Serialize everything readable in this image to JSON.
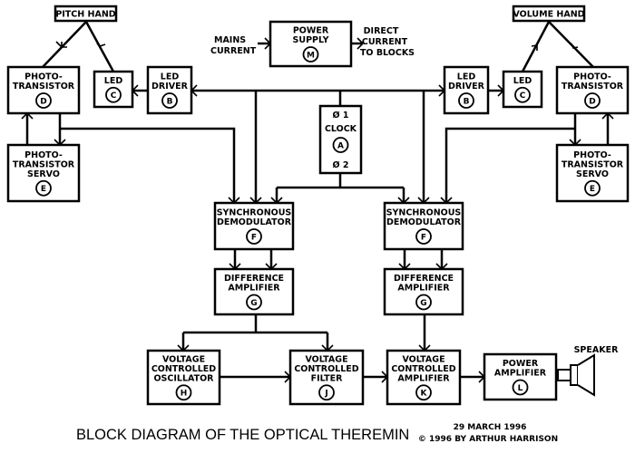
{
  "diagram": {
    "title": "BLOCK DIAGRAM OF THE OPTICAL THEREMIN",
    "date": "29 MARCH 1996",
    "copyright": "© 1996 BY ARTHUR HARRISON",
    "speaker_label": "SPEAKER",
    "mains_label": [
      "MAINS",
      "CURRENT"
    ],
    "dc_label": [
      "DIRECT",
      "CURRENT",
      "TO BLOCKS"
    ]
  },
  "blocks": {
    "pitch_hand": {
      "lines": [
        "PITCH HAND"
      ]
    },
    "volume_hand": {
      "lines": [
        "VOLUME HAND"
      ]
    },
    "power_supply": {
      "lines": [
        "POWER",
        "SUPPLY"
      ],
      "id": "M"
    },
    "pt_left": {
      "lines": [
        "PHOTO-",
        "TRANSISTOR"
      ],
      "id": "D"
    },
    "pt_servo_left": {
      "lines": [
        "PHOTO-",
        "TRANSISTOR",
        "SERVO"
      ],
      "id": "E"
    },
    "led_left": {
      "lines": [
        "LED"
      ],
      "id": "C"
    },
    "led_driver_left": {
      "lines": [
        "LED",
        "DRIVER"
      ],
      "id": "B"
    },
    "clock": {
      "lines": [
        "Ø 1",
        "CLOCK",
        "Ø 2"
      ],
      "id": "A"
    },
    "led_driver_right": {
      "lines": [
        "LED",
        "DRIVER"
      ],
      "id": "B"
    },
    "led_right": {
      "lines": [
        "LED"
      ],
      "id": "C"
    },
    "pt_right": {
      "lines": [
        "PHOTO-",
        "TRANSISTOR"
      ],
      "id": "D"
    },
    "pt_servo_right": {
      "lines": [
        "PHOTO-",
        "TRANSISTOR",
        "SERVO"
      ],
      "id": "E"
    },
    "sync_demod_left": {
      "lines": [
        "SYNCHRONOUS",
        "DEMODULATOR"
      ],
      "id": "F"
    },
    "sync_demod_right": {
      "lines": [
        "SYNCHRONOUS",
        "DEMODULATOR"
      ],
      "id": "F"
    },
    "diff_amp_left": {
      "lines": [
        "DIFFERENCE",
        "AMPLIFIER"
      ],
      "id": "G"
    },
    "diff_amp_right": {
      "lines": [
        "DIFFERENCE",
        "AMPLIFIER"
      ],
      "id": "G"
    },
    "vco": {
      "lines": [
        "VOLTAGE",
        "CONTROLLED",
        "OSCILLATOR"
      ],
      "id": "H"
    },
    "vcf": {
      "lines": [
        "VOLTAGE",
        "CONTROLLED",
        "FILTER"
      ],
      "id": "J"
    },
    "vca": {
      "lines": [
        "VOLTAGE",
        "CONTROLLED",
        "AMPLIFIER"
      ],
      "id": "K"
    },
    "power_amp": {
      "lines": [
        "POWER",
        "AMPLIFIER"
      ],
      "id": "L"
    }
  }
}
